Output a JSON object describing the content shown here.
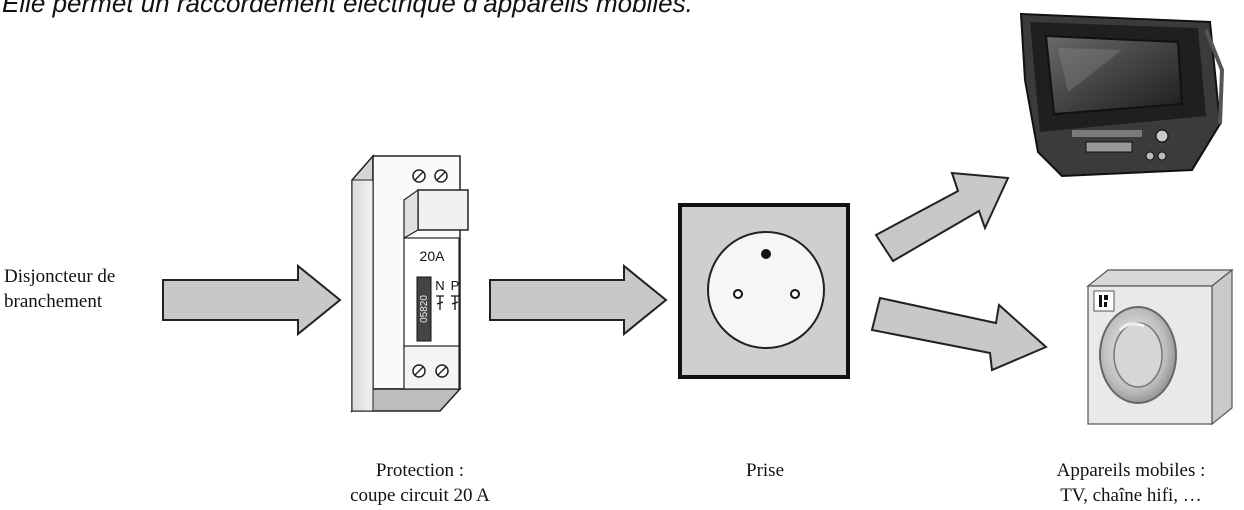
{
  "header": "Elle permet un raccordement électrique d’appareils mobiles.",
  "labels": {
    "source": {
      "line1": "Disjoncteur de",
      "line2": "branchement"
    },
    "protection": {
      "line1": "Protection :",
      "line2": "coupe circuit 20 A"
    },
    "prise": {
      "line1": "Prise"
    },
    "appareils": {
      "line1": "Appareils mobiles :",
      "line2": "TV, chaîne hifi, …"
    }
  },
  "fuse": {
    "rating": "20A",
    "n": "N",
    "p": "P",
    "code": "05820"
  },
  "colors": {
    "arrow_fill": "#c8c8c8",
    "outline": "#222222"
  },
  "icons": [
    "tv-icon",
    "washing-machine-icon",
    "socket-icon",
    "fuse-icon"
  ]
}
